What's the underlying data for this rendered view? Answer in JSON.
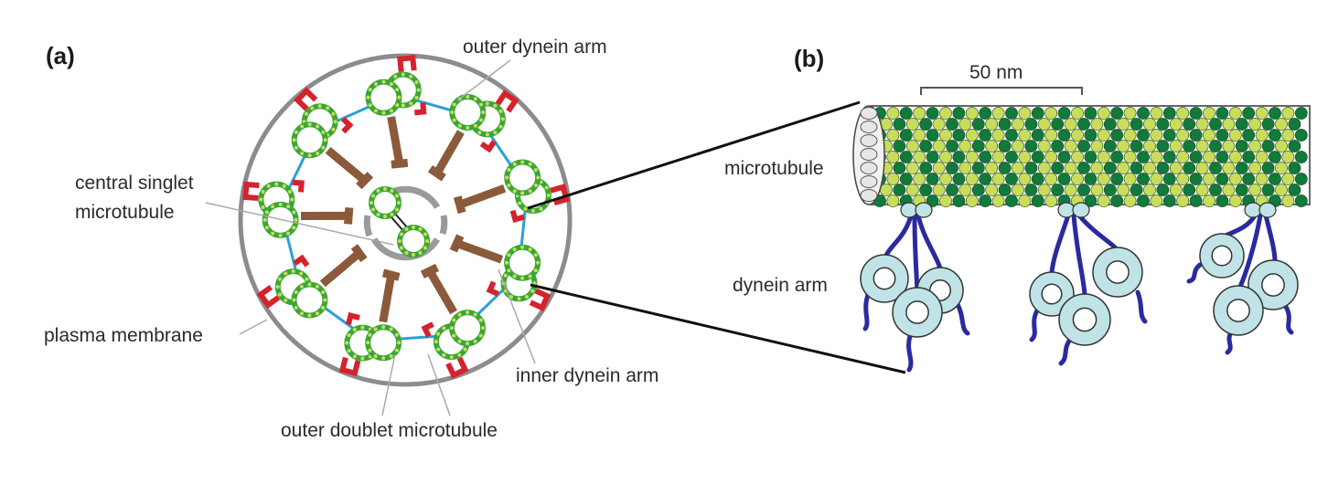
{
  "panels": {
    "a": "(a)",
    "b": "(b)"
  },
  "labels_a": {
    "outer_dynein_arm": "outer dynein arm",
    "central_singlet_line1": "central singlet",
    "central_singlet_line2": "microtubule",
    "plasma_membrane": "plasma membrane",
    "inner_dynein_arm": "inner dynein arm",
    "outer_doublet": "outer doublet microtubule"
  },
  "labels_b": {
    "scale_bar": "50 nm",
    "microtubule": "microtubule",
    "dynein_arm": "dynein arm"
  },
  "colors": {
    "membrane": "#8c8c8c",
    "tubule_green": "#3aa63a",
    "tubule_dark": "#0f7a3a",
    "tubule_light": "#c8de5a",
    "outer_arm_red": "#d4232e",
    "radial_spoke_brown": "#8b5a3a",
    "nexin_blue": "#2aa0d8",
    "dynein_head": "#bfe3e6",
    "dynein_stalk": "#2a2aa0"
  }
}
